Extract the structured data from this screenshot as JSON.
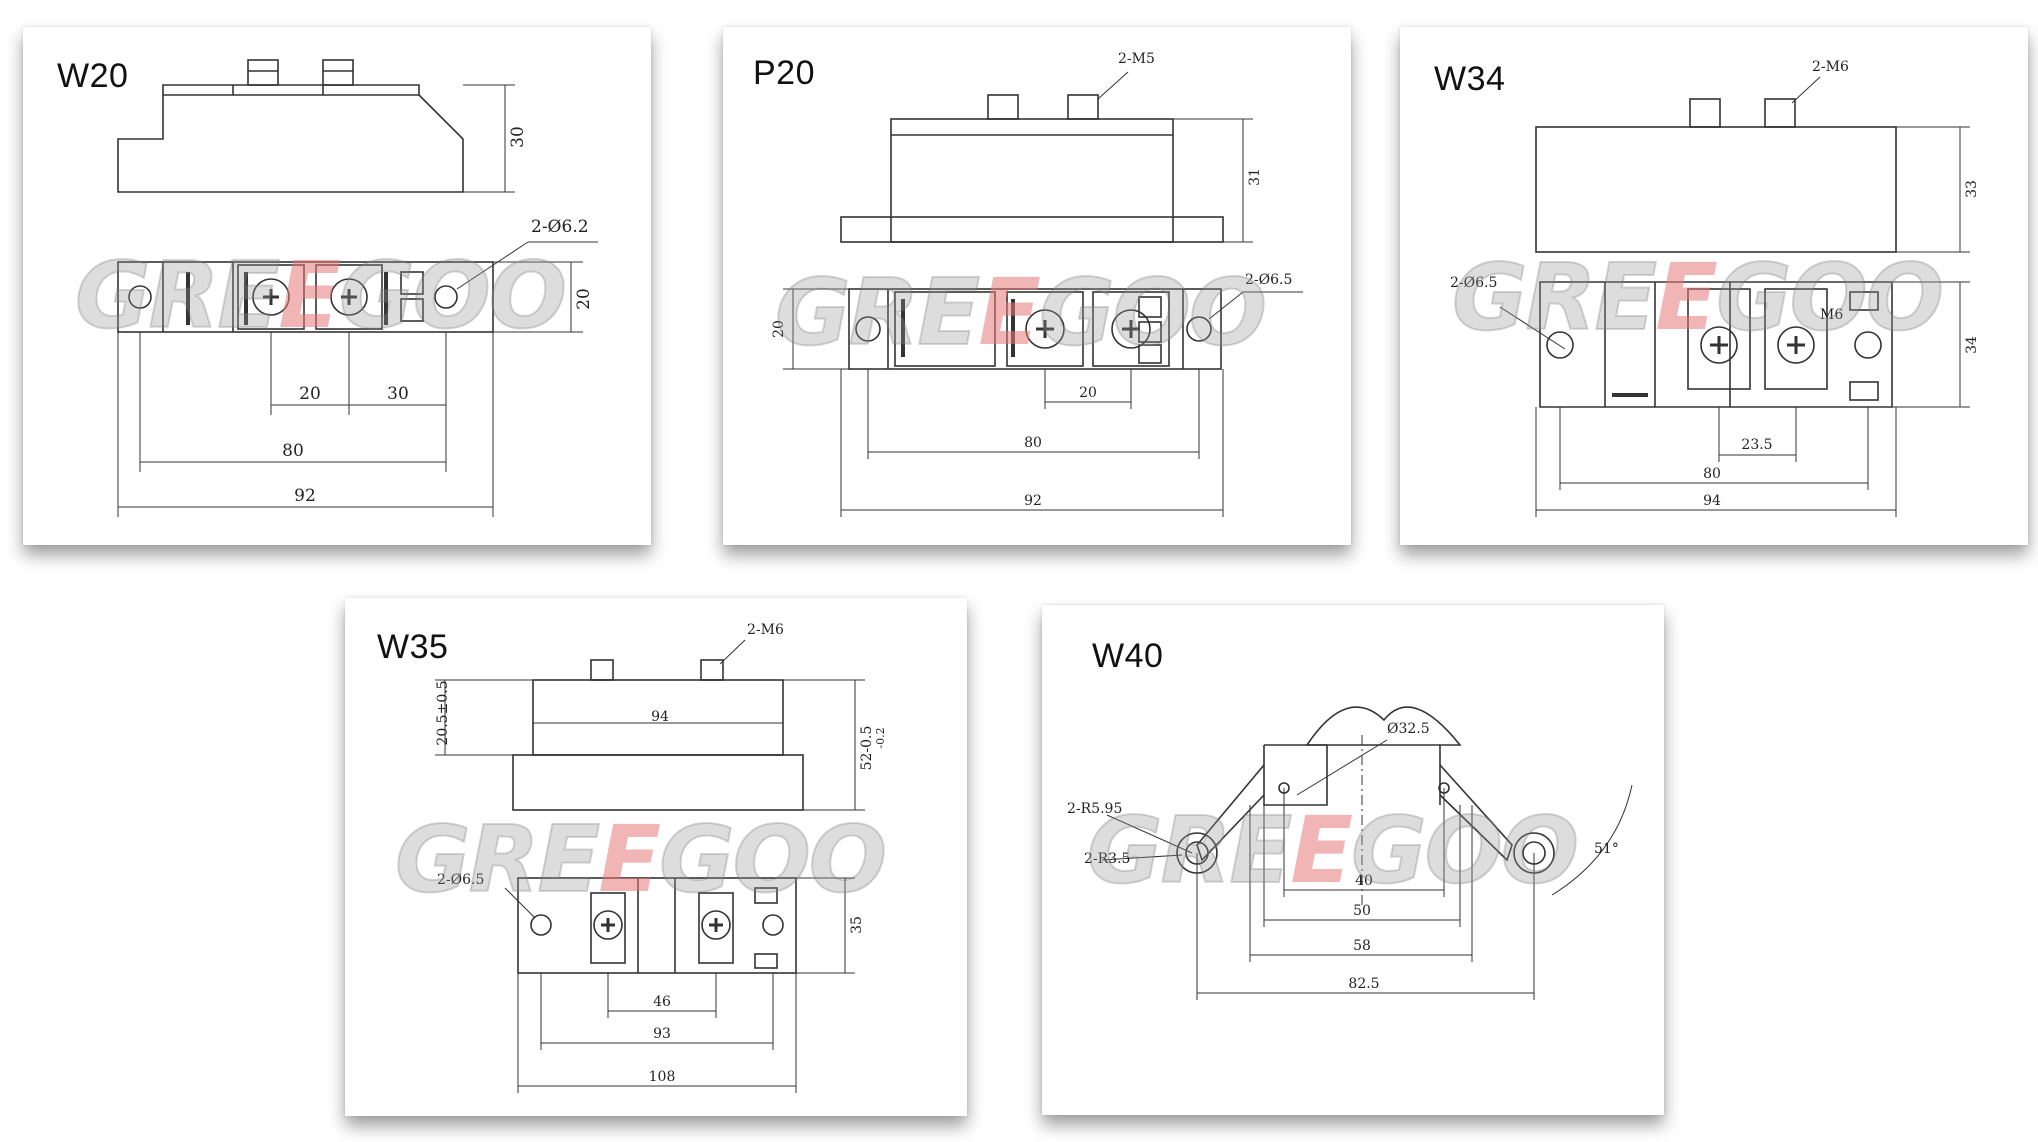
{
  "watermark": {
    "text_left": "GRE",
    "text_accent": "E",
    "text_right": "GOO",
    "accent_color": "#e66a6a"
  },
  "panels": {
    "w20": {
      "title": "W20",
      "hole": "2-Ø6.2",
      "d_height": "30",
      "d_side": "20",
      "d_pitch1": "20",
      "d_pitch2": "30",
      "d_mount": "80",
      "d_total": "92"
    },
    "p20": {
      "title": "P20",
      "screw": "2-M5",
      "hole": "2-Ø6.5",
      "d_height": "31",
      "d_side": "20",
      "d_pitch": "20",
      "d_mount": "80",
      "d_total": "92"
    },
    "w34": {
      "title": "W34",
      "screw": "2-M6",
      "hole": "2-Ø6.5",
      "thread": "M6",
      "d_height": "33",
      "d_side": "34",
      "d_pitch": "23.5",
      "d_mount": "80",
      "d_total": "94"
    },
    "w35": {
      "title": "W35",
      "screw": "2-M6",
      "hole": "2-Ø6.5",
      "d_height_tol": "20.5±0.5",
      "d_top": "94",
      "d_total_h": "52-0.5",
      "d_total_h2": "-0.2",
      "d_side": "35",
      "d_pitch": "46",
      "d_mount": "93",
      "d_total": "108"
    },
    "w40": {
      "title": "W40",
      "dia": "Ø32.5",
      "r1": "2-R5.95",
      "r2": "2-R3.5",
      "angle": "51°",
      "d1": "40",
      "d2": "50",
      "d3": "58",
      "d4": "82.5"
    }
  }
}
